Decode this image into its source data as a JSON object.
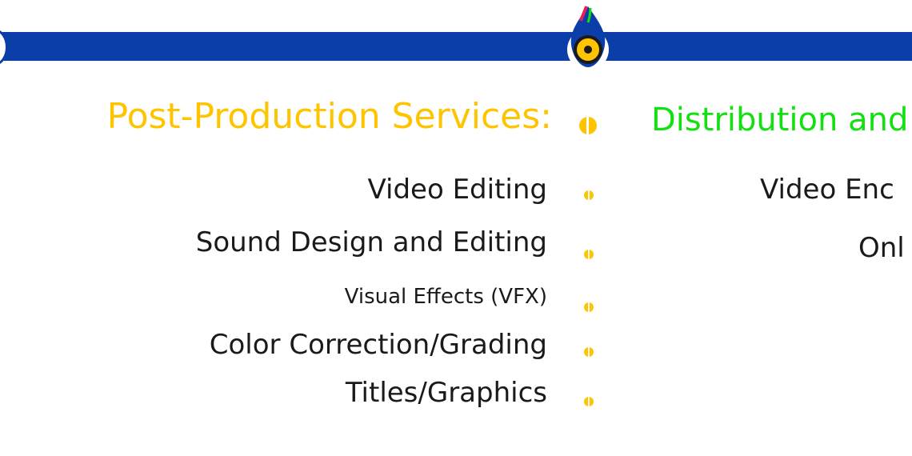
{
  "colors": {
    "bar": "#0b3ea8",
    "heading_left": "#ffc400",
    "heading_right": "#13e011",
    "text": "#1a1a1a",
    "bullet": "#ffc400"
  },
  "header": {
    "center_logo_icon": "flame-with-yellow-circle-icon"
  },
  "left_section": {
    "heading": "Post-Production Services:",
    "items": [
      "Video Editing",
      "Sound Design and Editing",
      "Visual Effects (VFX)",
      "Color Correction/Grading",
      "Titles/Graphics"
    ]
  },
  "right_section": {
    "heading": "Distribution and",
    "items": [
      "Video Enc",
      "Onl"
    ]
  }
}
